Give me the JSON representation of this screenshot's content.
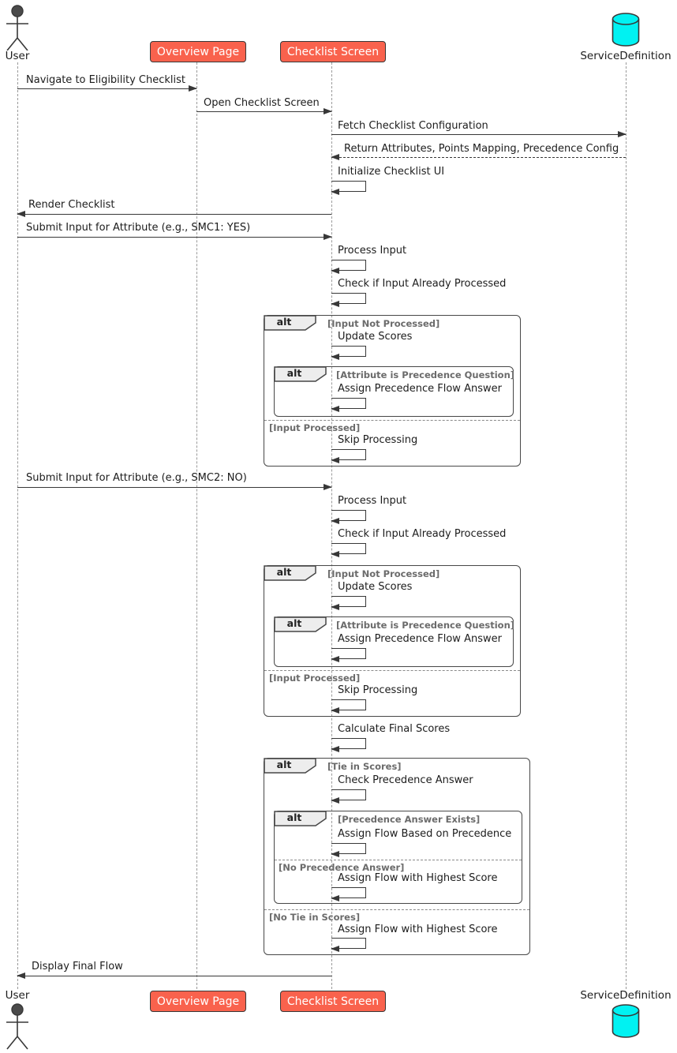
{
  "diagram_type": "uml-sequence",
  "alt_label": "alt",
  "participants": [
    {
      "id": "user",
      "label": "User",
      "type": "actor"
    },
    {
      "id": "overview",
      "label": "Overview Page",
      "type": "participant"
    },
    {
      "id": "checklist",
      "label": "Checklist Screen",
      "type": "participant"
    },
    {
      "id": "service",
      "label": "ServiceDefinition",
      "type": "database"
    }
  ],
  "messages": [
    {
      "label": "Navigate to Eligibility Checklist",
      "from": "User",
      "to": "Overview Page",
      "type": "solid"
    },
    {
      "label": "Open Checklist Screen",
      "from": "Overview Page",
      "to": "Checklist Screen",
      "type": "solid"
    },
    {
      "label": "Fetch Checklist Configuration",
      "from": "Checklist Screen",
      "to": "ServiceDefinition",
      "type": "solid"
    },
    {
      "label": "Return Attributes, Points Mapping, Precedence Config",
      "from": "ServiceDefinition",
      "to": "Checklist Screen",
      "type": "dashed-return"
    },
    {
      "label": "Initialize Checklist UI",
      "from": "Checklist Screen",
      "to": "Checklist Screen",
      "type": "self"
    },
    {
      "label": "Render Checklist",
      "from": "Checklist Screen",
      "to": "User",
      "type": "solid"
    },
    {
      "label": "Submit Input for Attribute (e.g., SMC1: YES)",
      "from": "User",
      "to": "Checklist Screen",
      "type": "solid"
    },
    {
      "label": "Process Input",
      "from": "Checklist Screen",
      "to": "Checklist Screen",
      "type": "self"
    },
    {
      "label": "Check if Input Already Processed",
      "from": "Checklist Screen",
      "to": "Checklist Screen",
      "type": "self"
    },
    {
      "label": "Update Scores",
      "from": "Checklist Screen",
      "to": "Checklist Screen",
      "type": "self"
    },
    {
      "label": "Assign Precedence Flow Answer",
      "from": "Checklist Screen",
      "to": "Checklist Screen",
      "type": "self"
    },
    {
      "label": "Skip Processing",
      "from": "Checklist Screen",
      "to": "Checklist Screen",
      "type": "self"
    },
    {
      "label": "Submit Input for Attribute (e.g., SMC2: NO)",
      "from": "User",
      "to": "Checklist Screen",
      "type": "solid"
    },
    {
      "label": "Process Input",
      "from": "Checklist Screen",
      "to": "Checklist Screen",
      "type": "self"
    },
    {
      "label": "Check if Input Already Processed",
      "from": "Checklist Screen",
      "to": "Checklist Screen",
      "type": "self"
    },
    {
      "label": "Update Scores",
      "from": "Checklist Screen",
      "to": "Checklist Screen",
      "type": "self"
    },
    {
      "label": "Assign Precedence Flow Answer",
      "from": "Checklist Screen",
      "to": "Checklist Screen",
      "type": "self"
    },
    {
      "label": "Skip Processing",
      "from": "Checklist Screen",
      "to": "Checklist Screen",
      "type": "self"
    },
    {
      "label": "Calculate Final Scores",
      "from": "Checklist Screen",
      "to": "Checklist Screen",
      "type": "self"
    },
    {
      "label": "Check Precedence Answer",
      "from": "Checklist Screen",
      "to": "Checklist Screen",
      "type": "self"
    },
    {
      "label": "Assign Flow Based on Precedence",
      "from": "Checklist Screen",
      "to": "Checklist Screen",
      "type": "self"
    },
    {
      "label": "Assign Flow with Highest Score",
      "from": "Checklist Screen",
      "to": "Checklist Screen",
      "type": "self"
    },
    {
      "label": "Assign Flow with Highest Score",
      "from": "Checklist Screen",
      "to": "Checklist Screen",
      "type": "self"
    },
    {
      "label": "Display Final Flow",
      "from": "Checklist Screen",
      "to": "User",
      "type": "solid"
    }
  ],
  "frames": [
    {
      "label": "alt",
      "guards": [
        "[Input Not Processed]",
        "[Input Processed]"
      ]
    },
    {
      "label": "alt",
      "guards": [
        "[Attribute is Precedence Question]"
      ]
    },
    {
      "label": "alt",
      "guards": [
        "[Input Not Processed]",
        "[Input Processed]"
      ]
    },
    {
      "label": "alt",
      "guards": [
        "[Attribute is Precedence Question]"
      ]
    },
    {
      "label": "alt",
      "guards": [
        "[Tie in Scores]",
        "[No Tie in Scores]"
      ]
    },
    {
      "label": "alt",
      "guards": [
        "[Precedence Answer Exists]",
        "[No Precedence Answer]"
      ]
    }
  ],
  "colors": {
    "participant_fill": "#F9624D",
    "participant_border": "#383838",
    "database_fill": "#00F2F2",
    "actor_fill": "#4a4a4a",
    "line": "#383838",
    "lifeline": "#9a9a9a",
    "frame_tab_fill": "#EDEDED",
    "guard_text": "#6b6b6b"
  }
}
